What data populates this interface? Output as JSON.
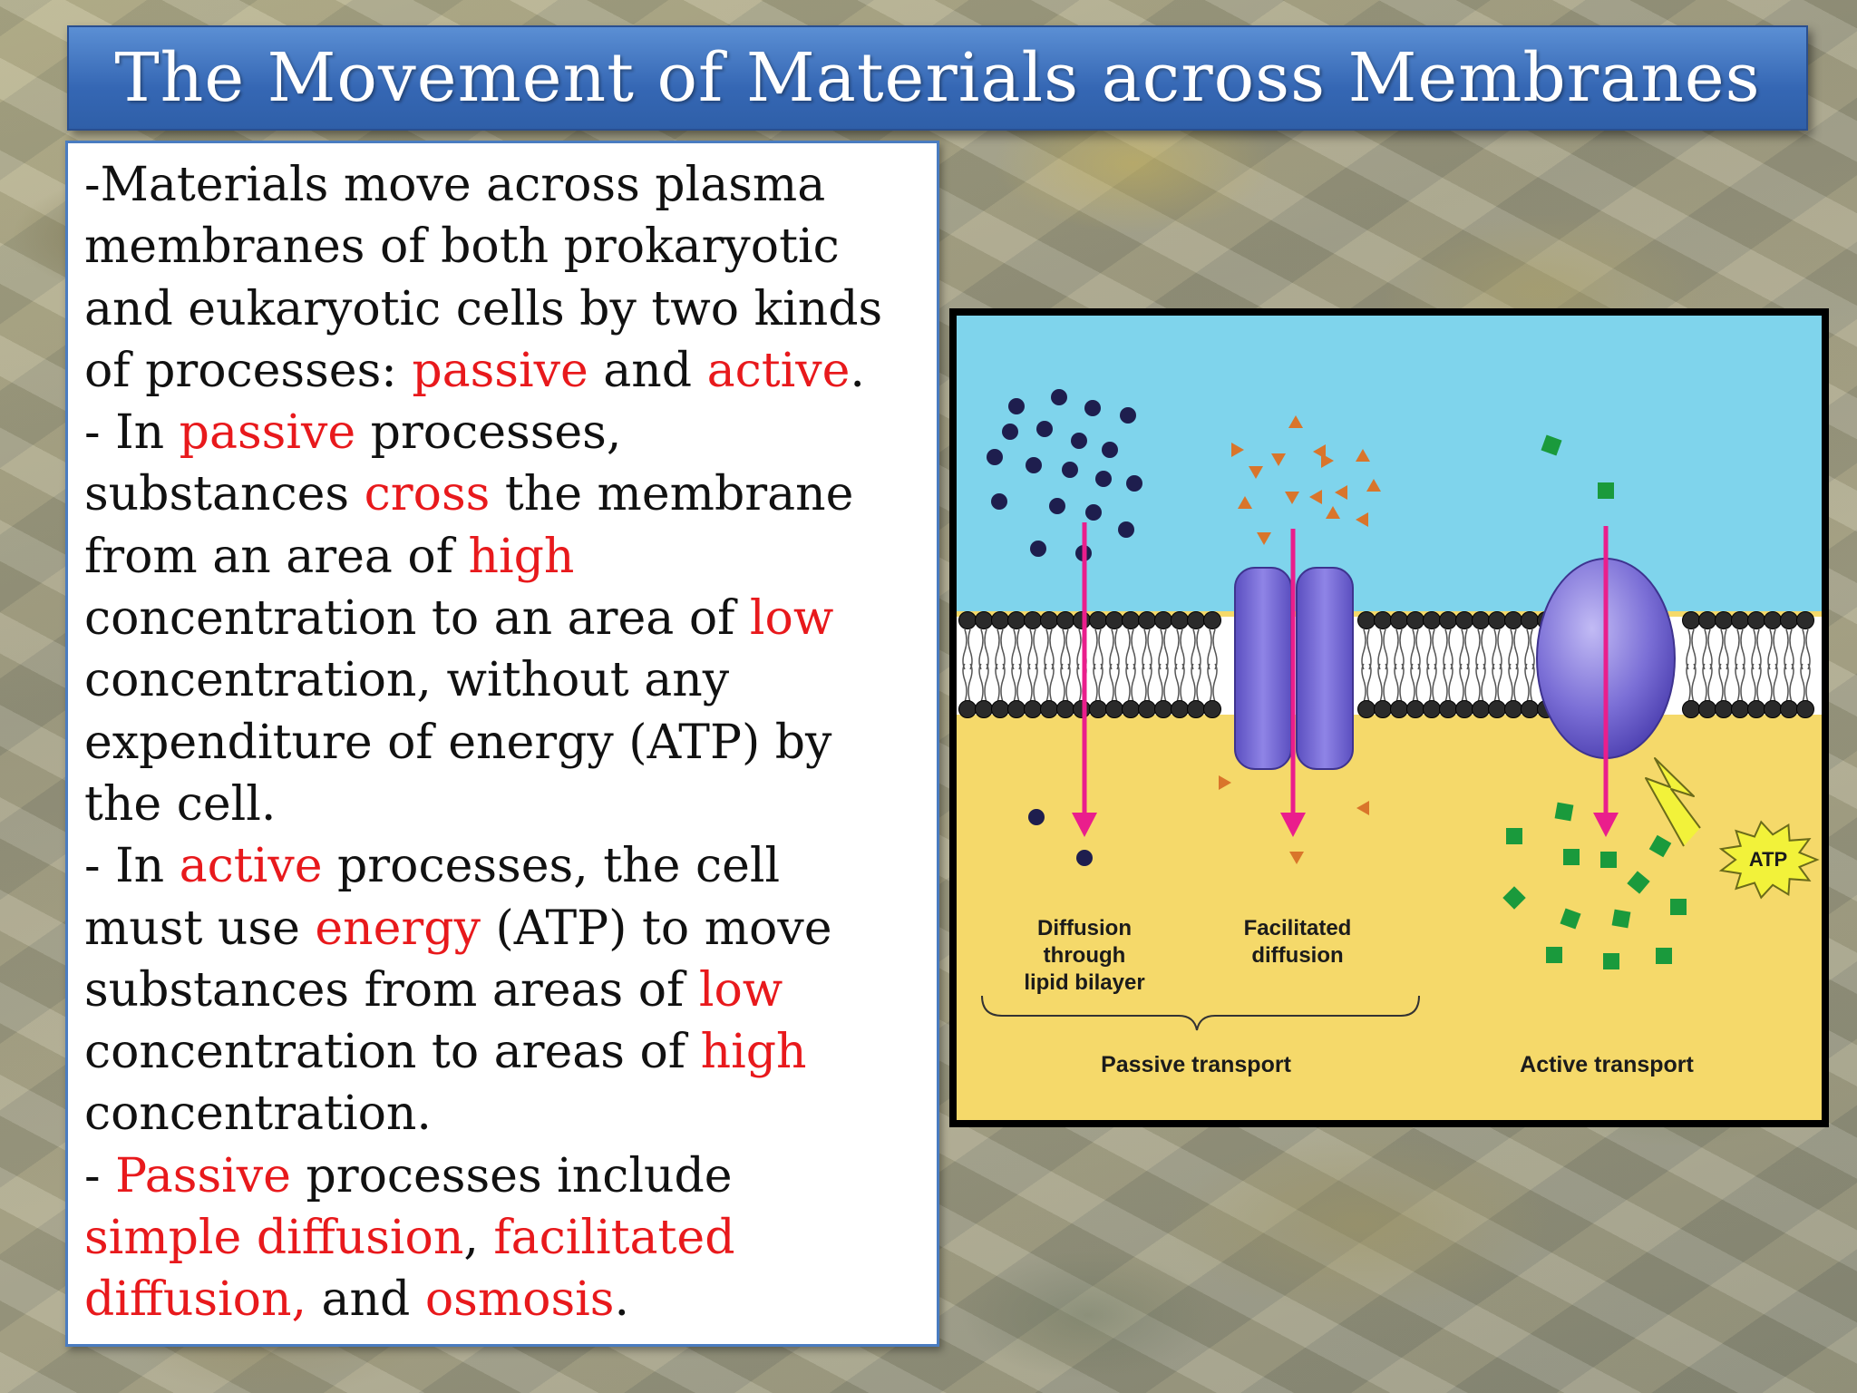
{
  "title": "The Movement of Materials across Membranes",
  "body_lines": [
    [
      {
        "t": "-Materials move across plasma",
        "hl": false
      }
    ],
    [
      {
        "t": "membranes of both prokaryotic",
        "hl": false
      }
    ],
    [
      {
        "t": "and eukaryotic cells by two kinds",
        "hl": false
      }
    ],
    [
      {
        "t": "of processes: ",
        "hl": false
      },
      {
        "t": "passive",
        "hl": true
      },
      {
        "t": " and ",
        "hl": false
      },
      {
        "t": "active",
        "hl": true
      },
      {
        "t": ".",
        "hl": false
      }
    ],
    [
      {
        "t": "- In ",
        "hl": false
      },
      {
        "t": "passive",
        "hl": true
      },
      {
        "t": " processes,",
        "hl": false
      }
    ],
    [
      {
        "t": "substances ",
        "hl": false
      },
      {
        "t": "cross",
        "hl": true
      },
      {
        "t": " the membrane",
        "hl": false
      }
    ],
    [
      {
        "t": "from an area of ",
        "hl": false
      },
      {
        "t": "high",
        "hl": true
      }
    ],
    [
      {
        "t": "concentration to an area of ",
        "hl": false
      },
      {
        "t": "low",
        "hl": true
      }
    ],
    [
      {
        "t": "concentration, without any",
        "hl": false
      }
    ],
    [
      {
        "t": "expenditure of energy (ATP) by",
        "hl": false
      }
    ],
    [
      {
        "t": "the cell.",
        "hl": false
      }
    ],
    [
      {
        "t": "- In ",
        "hl": false
      },
      {
        "t": "active",
        "hl": true
      },
      {
        "t": " processes, the cell",
        "hl": false
      }
    ],
    [
      {
        "t": "must use ",
        "hl": false
      },
      {
        "t": "energy",
        "hl": true
      },
      {
        "t": " (ATP) to move",
        "hl": false
      }
    ],
    [
      {
        "t": "substances from areas of ",
        "hl": false
      },
      {
        "t": "low",
        "hl": true
      }
    ],
    [
      {
        "t": "concentration to areas of ",
        "hl": false
      },
      {
        "t": "high",
        "hl": true
      }
    ],
    [
      {
        "t": "concentration.",
        "hl": false
      }
    ],
    [
      {
        "t": "- ",
        "hl": false
      },
      {
        "t": "Passive",
        "hl": true
      },
      {
        "t": " processes include",
        "hl": false
      }
    ],
    [
      {
        "t": "simple diffusion",
        "hl": true
      },
      {
        "t": ", ",
        "hl": false
      },
      {
        "t": "facilitated",
        "hl": true
      }
    ],
    [
      {
        "t": "diffusion,",
        "hl": true
      },
      {
        "t": " and ",
        "hl": false
      },
      {
        "t": "osmosis",
        "hl": true
      },
      {
        "t": ".",
        "hl": false
      }
    ]
  ],
  "diagram": {
    "label_diffusion": [
      "Diffusion",
      "through",
      "lipid bilayer"
    ],
    "label_facilitated": [
      "Facilitated",
      "diffusion"
    ],
    "label_passive": "Passive transport",
    "label_active": "Active transport",
    "label_atp": "ATP"
  },
  "colors": {
    "title_bar": "#3567b4",
    "highlight_red": "#e8191c",
    "extracellular": "#7fd4ec",
    "cytoplasm": "#f5d96a",
    "arrow": "#ea1e8c",
    "protein": "#7b6fd6",
    "solute_dots": "#1e1e4e",
    "solute_triangles": "#d9752b",
    "solute_squares": "#1a9a3c",
    "atp_burst": "#f2f23a"
  }
}
